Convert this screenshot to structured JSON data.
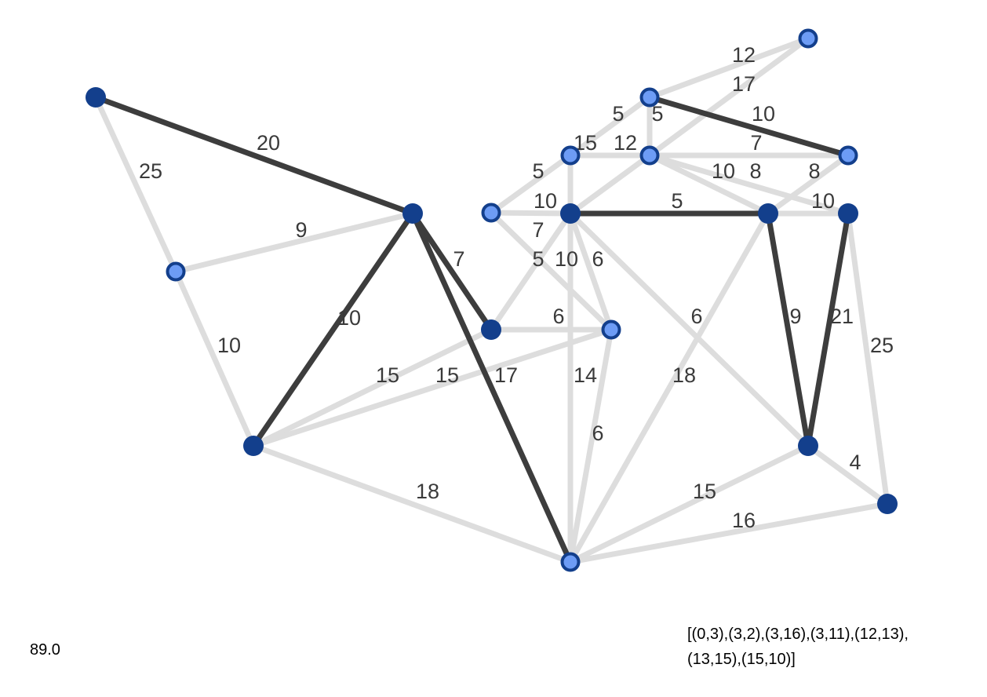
{
  "colors": {
    "background": "#ffffff",
    "edge_default": "#dddddd",
    "edge_selected": "#3d3d3d",
    "label_text": "#3a3a3a",
    "node_dark": "#133f8c",
    "node_light_fill": "#6d9cf5",
    "node_light_stroke": "#133f8c"
  },
  "graph": {
    "nodes": [
      {
        "id": "n-a",
        "style": "dark"
      },
      {
        "id": "n-b",
        "style": "dark"
      },
      {
        "id": "n-c",
        "style": "light"
      },
      {
        "id": "n-d",
        "style": "dark"
      },
      {
        "id": "n-e",
        "style": "dark"
      },
      {
        "id": "n-f",
        "style": "light"
      },
      {
        "id": "n-g",
        "style": "light"
      },
      {
        "id": "n-h",
        "style": "dark"
      },
      {
        "id": "n-i",
        "style": "dark"
      },
      {
        "id": "n-j",
        "style": "dark"
      },
      {
        "id": "n-k",
        "style": "light"
      },
      {
        "id": "n-l",
        "style": "light"
      },
      {
        "id": "n-m",
        "style": "light"
      },
      {
        "id": "n-n",
        "style": "light"
      },
      {
        "id": "n-o",
        "style": "light"
      },
      {
        "id": "n-p",
        "style": "light"
      },
      {
        "id": "n-q",
        "style": "dark"
      },
      {
        "id": "n-r",
        "style": "dark"
      }
    ],
    "edges": [
      {
        "from": "n-a",
        "to": "n-b",
        "weight": "20",
        "selected": true
      },
      {
        "from": "n-a",
        "to": "n-c",
        "weight": "25",
        "selected": false
      },
      {
        "from": "n-c",
        "to": "n-b",
        "weight": "9",
        "selected": false
      },
      {
        "from": "n-c",
        "to": "n-d",
        "weight": "10",
        "selected": false
      },
      {
        "from": "n-b",
        "to": "n-d",
        "weight": "10",
        "selected": true
      },
      {
        "from": "n-b",
        "to": "n-e",
        "weight": "7",
        "selected": true
      },
      {
        "from": "n-b",
        "to": "n-f",
        "weight": "17",
        "selected": true
      },
      {
        "from": "n-d",
        "to": "n-e",
        "weight": "15",
        "selected": false
      },
      {
        "from": "n-d",
        "to": "n-g",
        "weight": "15",
        "selected": false
      },
      {
        "from": "n-d",
        "to": "n-f",
        "weight": "18",
        "selected": false
      },
      {
        "from": "n-e",
        "to": "n-g",
        "weight": "6",
        "selected": false
      },
      {
        "from": "n-e",
        "to": "n-h",
        "weight": "5",
        "selected": false
      },
      {
        "from": "n-h",
        "to": "n-g",
        "weight": "6",
        "selected": false
      },
      {
        "from": "n-h",
        "to": "n-f",
        "weight": "14",
        "selected": false
      },
      {
        "from": "n-g",
        "to": "n-f",
        "weight": "6",
        "selected": false
      },
      {
        "from": "n-k",
        "to": "n-h",
        "weight": "10",
        "selected": false
      },
      {
        "from": "n-k",
        "to": "n-g",
        "weight": "7",
        "selected": false
      },
      {
        "from": "n-k",
        "to": "n-l",
        "weight": "5",
        "selected": false
      },
      {
        "from": "n-l",
        "to": "n-m",
        "weight": "5",
        "selected": false
      },
      {
        "from": "n-l",
        "to": "n-n",
        "weight": "15",
        "selected": false
      },
      {
        "from": "n-l",
        "to": "n-h",
        "weight": "10",
        "selected": false
      },
      {
        "from": "n-m",
        "to": "n-n",
        "weight": "5",
        "selected": false
      },
      {
        "from": "n-m",
        "to": "n-o",
        "weight": "12",
        "selected": false
      },
      {
        "from": "n-m",
        "to": "n-p",
        "weight": "10",
        "selected": true
      },
      {
        "from": "n-n",
        "to": "n-o",
        "weight": "17",
        "selected": false
      },
      {
        "from": "n-n",
        "to": "n-h",
        "weight": "12",
        "selected": false
      },
      {
        "from": "n-n",
        "to": "n-p",
        "weight": "7",
        "selected": false
      },
      {
        "from": "n-n",
        "to": "n-i",
        "weight": "10",
        "selected": false
      },
      {
        "from": "n-n",
        "to": "n-j",
        "weight": "8",
        "selected": false
      },
      {
        "from": "n-p",
        "to": "n-i",
        "weight": "8",
        "selected": false
      },
      {
        "from": "n-h",
        "to": "n-i",
        "weight": "5",
        "selected": true
      },
      {
        "from": "n-h",
        "to": "n-r",
        "weight": "6",
        "selected": false
      },
      {
        "from": "n-i",
        "to": "n-j",
        "weight": "10",
        "selected": false
      },
      {
        "from": "n-i",
        "to": "n-r",
        "weight": "9",
        "selected": true
      },
      {
        "from": "n-j",
        "to": "n-r",
        "weight": "21",
        "selected": true
      },
      {
        "from": "n-j",
        "to": "n-q",
        "weight": "25",
        "selected": false
      },
      {
        "from": "n-i",
        "to": "n-f",
        "weight": "18",
        "selected": false
      },
      {
        "from": "n-r",
        "to": "n-q",
        "weight": "4",
        "selected": false
      },
      {
        "from": "n-f",
        "to": "n-r",
        "weight": "15",
        "selected": false
      },
      {
        "from": "n-f",
        "to": "n-q",
        "weight": "16",
        "selected": false
      }
    ]
  },
  "footer": {
    "total_cost": "89.0",
    "edge_list_line1": "[(0,3),(3,2),(3,16),(3,11),(12,13),",
    "edge_list_line2": "(13,15),(15,10)]"
  }
}
